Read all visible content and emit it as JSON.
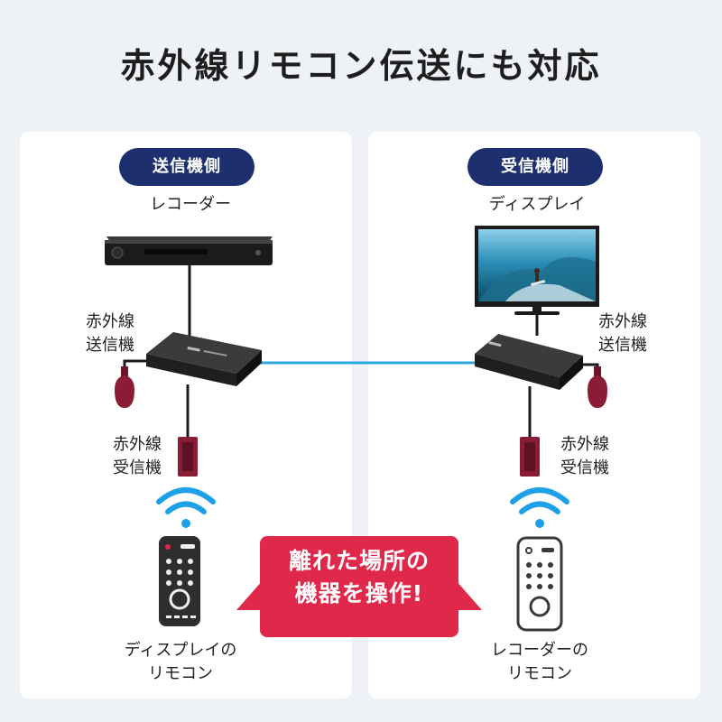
{
  "title": "赤外線リモコン伝送にも対応",
  "sender": {
    "badge": "送信機側",
    "device": "レコーダー",
    "transmitter_label_1": "赤外線",
    "transmitter_label_2": "送信機",
    "receiver_label_1": "赤外線",
    "receiver_label_2": "受信機",
    "remote_label_1": "ディスプレイの",
    "remote_label_2": "リモコン"
  },
  "receiver": {
    "badge": "受信機側",
    "device": "ディスプレイ",
    "transmitter_label_1": "赤外線",
    "transmitter_label_2": "送信機",
    "receiver_label_1": "赤外線",
    "receiver_label_2": "受信機",
    "remote_label_1": "レコーダーの",
    "remote_label_2": "リモコン"
  },
  "callout": {
    "line_1": "離れた場所の",
    "line_2": "機器を操作!"
  },
  "colors": {
    "badge": "#1d2f6f",
    "callout": "#e0284b",
    "cable": "#2ba7e0",
    "wifi": "#1ea0e6",
    "ir_device": "#8a1d35"
  }
}
